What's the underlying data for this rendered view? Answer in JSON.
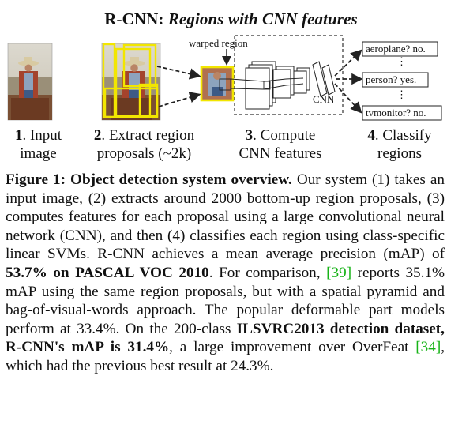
{
  "figure": {
    "title_main": "R-CNN:",
    "title_italic": "Regions with CNN features"
  },
  "diagram": {
    "warped_label": "warped region",
    "cnn_label": "CNN",
    "outputs": [
      "aeroplane? no.",
      "person? yes.",
      "tvmonitor? no."
    ],
    "dots": "⋮",
    "colors": {
      "highlight": "#f2e600",
      "lines": "#222222"
    }
  },
  "steps": [
    {
      "num": "1",
      "line1": ". Input",
      "line2": "image"
    },
    {
      "num": "2",
      "line1": ". Extract region",
      "line2": "proposals (~2k)"
    },
    {
      "num": "3",
      "line1": ". Compute",
      "line2": "CNN features"
    },
    {
      "num": "4",
      "line1": ". Classify",
      "line2": "regions"
    }
  ],
  "caption": {
    "label": "Figure 1:",
    "heading": "Object detection system overview.",
    "t1": "Our system (1) takes an input image, (2) extracts around 2000 bottom-up region proposals, (3) computes features for each proposal using a large convolutional neural network (CNN), and then (4) classifies each region using class-specific linear SVMs. R-CNN achieves a mean average precision (mAP) of",
    "b1": "53.7% on PASCAL VOC 2010",
    "t2": ". For comparison,",
    "cite1": "[39]",
    "t3": "reports 35.1% mAP using the same region proposals, but with a spatial pyramid and bag-of-visual-words approach. The popular deformable part models perform at 33.4%. On the 200-class",
    "b2": "ILSVRC2013 detection dataset, R-CNN's mAP is 31.4%",
    "t4": ", a large improvement over OverFeat",
    "cite2": "[34]",
    "t5": ", which had the previous best result at 24.3%."
  }
}
